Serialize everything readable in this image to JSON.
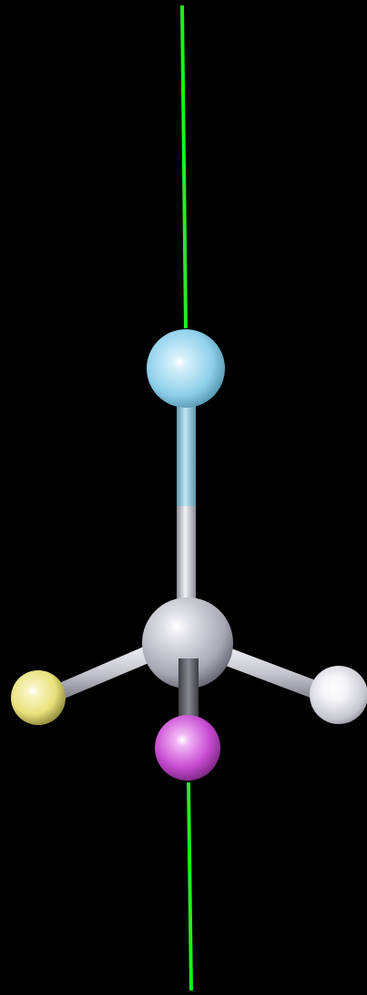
{
  "colors": {
    "background": "#000000",
    "axis": "#22ee22",
    "carbon": "#c8c8d2",
    "fluorine": "#8fd0ea",
    "chlorine": "#c84bd2",
    "sulfur": "#e8e27a",
    "hydrogen": "#e8e8ee"
  },
  "molecule": {
    "atoms": [
      {
        "name": "top-atom",
        "element": "F",
        "color_key": "fluorine"
      },
      {
        "name": "center-atom",
        "element": "C",
        "color_key": "carbon"
      },
      {
        "name": "left-atom",
        "element": "S",
        "color_key": "sulfur"
      },
      {
        "name": "right-atom",
        "element": "H",
        "color_key": "hydrogen"
      },
      {
        "name": "front-atom",
        "element": "Cl",
        "color_key": "chlorine"
      }
    ]
  }
}
